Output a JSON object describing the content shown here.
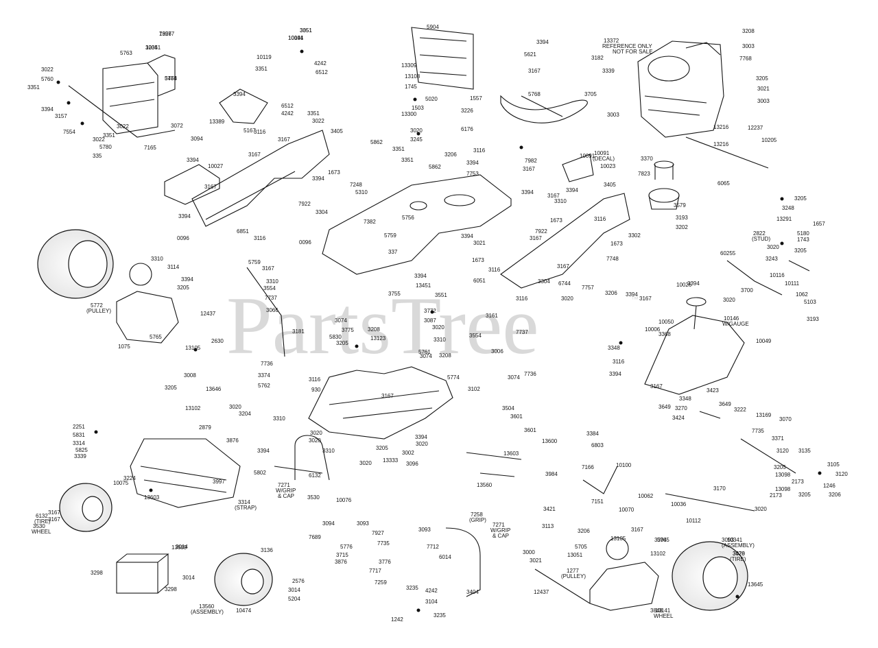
{
  "watermark": {
    "text": "PartsTree",
    "trademark": "™"
  },
  "labels": {
    "ref_only": [
      "13372",
      "REFERENCE ONLY",
      "NOT FOR SALE"
    ],
    "pulley": [
      "5772",
      "(PULLEY)"
    ],
    "decal": [
      "10091",
      "(DECAL)"
    ],
    "gauge": [
      "10146",
      "W/GAUGE"
    ],
    "stud": [
      "2822",
      "(STUD)"
    ],
    "strap": [
      "3314",
      "(STRAP)"
    ],
    "pulley2": [
      "1277",
      "(PULLEY)"
    ],
    "wheel_left": [
      "3530",
      "WHEEL"
    ],
    "tire_left": [
      "6132",
      "(TIRE)"
    ],
    "assembly_left": [
      "13560",
      "(ASSEMBLY)"
    ],
    "assembly_right": [
      "10341",
      "(ASSEMBLY)"
    ],
    "tire_right": [
      "3478",
      "(TIRE)"
    ],
    "wheel_right": [
      "10141",
      "WHEEL"
    ],
    "grip": [
      "7271",
      "W/GRIP",
      "& CAP"
    ],
    "grip2": [
      "7271",
      "W/GRIP",
      "& CAP"
    ],
    "grip3": [
      "7258",
      "(GRIP)"
    ]
  },
  "part_numbers": [
    "7927",
    "3351",
    "10094",
    "3205",
    "5764",
    "5763",
    "3022",
    "5760",
    "3351",
    "3394",
    "3157",
    "7554",
    "3351",
    "3022",
    "3022",
    "5780",
    "335",
    "10119",
    "3351",
    "4242",
    "6512",
    "3394",
    "6512",
    "4242",
    "13389",
    "5167",
    "3351",
    "3072",
    "3094",
    "7165",
    "3022",
    "3405",
    "3116",
    "3167",
    "3167",
    "3394",
    "10027",
    "3167",
    "1673",
    "3394",
    "7248",
    "5310",
    "7922",
    "3304",
    "3394",
    "6851",
    "3116",
    "0096",
    "5904",
    "13309",
    "13108",
    "1745",
    "5020",
    "1503",
    "1557",
    "3226",
    "13300",
    "3020",
    "3245",
    "6176",
    "3206",
    "5862",
    "3351",
    "3351",
    "5862",
    "3116",
    "3394",
    "7982",
    "3167",
    "7753",
    "3394",
    "5768",
    "3394",
    "5621",
    "3167",
    "3182",
    "3339",
    "3208",
    "3003",
    "7768",
    "3205",
    "3021",
    "3003",
    "3705",
    "3003",
    "13216",
    "12237",
    "13216",
    "10205",
    "3370",
    "7823",
    "6065",
    "3579",
    "3193",
    "3202",
    "3205",
    "3248",
    "13291",
    "1657",
    "5180",
    "3020",
    "1743",
    "3243",
    "3205",
    "10091",
    "10023",
    "3394",
    "3167",
    "3405",
    "3310",
    "1673",
    "7922",
    "3116",
    "3302",
    "1673",
    "3167",
    "3167",
    "7748",
    "3304",
    "6744",
    "7757",
    "3206",
    "3020",
    "3394",
    "3167",
    "10026",
    "3394",
    "10050",
    "10006",
    "3368",
    "3348",
    "3116",
    "3394",
    "3167",
    "10049",
    "3348",
    "3649",
    "3270",
    "3424",
    "3423",
    "3649",
    "3222",
    "13169",
    "3070",
    "7735",
    "3371",
    "3120",
    "3135",
    "3105",
    "3120",
    "3205",
    "13098",
    "2173",
    "1246",
    "13098",
    "2173",
    "3205",
    "3206",
    "60255",
    "10116",
    "10111",
    "1062",
    "5103",
    "3193",
    "3700",
    "3020",
    "7382",
    "5759",
    "5756",
    "337",
    "3394",
    "3021",
    "1673",
    "3116",
    "6051",
    "3116",
    "0096",
    "3394",
    "13451",
    "3551",
    "3755",
    "5759",
    "3167",
    "3310",
    "3554",
    "7737",
    "3066",
    "3181",
    "7736",
    "3374",
    "5762",
    "3074",
    "3775",
    "3208",
    "13123",
    "5830",
    "3205",
    "3772",
    "3087",
    "3020",
    "3310",
    "3161",
    "3554",
    "7737",
    "3006",
    "3074",
    "7736",
    "5761",
    "3074",
    "3208",
    "5774",
    "3102",
    "3116",
    "930",
    "3167",
    "3394",
    "3020",
    "3002",
    "13333",
    "3020",
    "3205",
    "3020",
    "3020",
    "3310",
    "3310",
    "3096",
    "3310",
    "3114",
    "3394",
    "3205",
    "12437",
    "2630",
    "1075",
    "5765",
    "13105",
    "3008",
    "3205",
    "13646",
    "13102",
    "3020",
    "3204",
    "2251",
    "5831",
    "3314",
    "5825",
    "3339",
    "3224",
    "2879",
    "3876",
    "13603",
    "3997",
    "13689",
    "3167",
    "3167",
    "10075",
    "3394",
    "5802",
    "3530",
    "6132",
    "10076",
    "3094",
    "7689",
    "3093",
    "7735",
    "7927",
    "3093",
    "7712",
    "6014",
    "5776",
    "3715",
    "3876",
    "3776",
    "7717",
    "7259",
    "3235",
    "4242",
    "3104",
    "3235",
    "1242",
    "3404",
    "3014",
    "3298",
    "3298",
    "3136",
    "3014",
    "2576",
    "5204",
    "3014",
    "10474",
    "3504",
    "3601",
    "3601",
    "13600",
    "13603",
    "13560",
    "3984",
    "3384",
    "6803",
    "7166",
    "10100",
    "7151",
    "10070",
    "10062",
    "10036",
    "3167",
    "3394",
    "3170",
    "3020",
    "10112",
    "3421",
    "3113",
    "3206",
    "5705",
    "13051",
    "13105",
    "5765",
    "13102",
    "3000",
    "3021",
    "12437",
    "13645",
    "3848",
    "3093",
    "3020",
    "13567",
    "3051",
    "10141",
    "10341",
    "3478"
  ]
}
